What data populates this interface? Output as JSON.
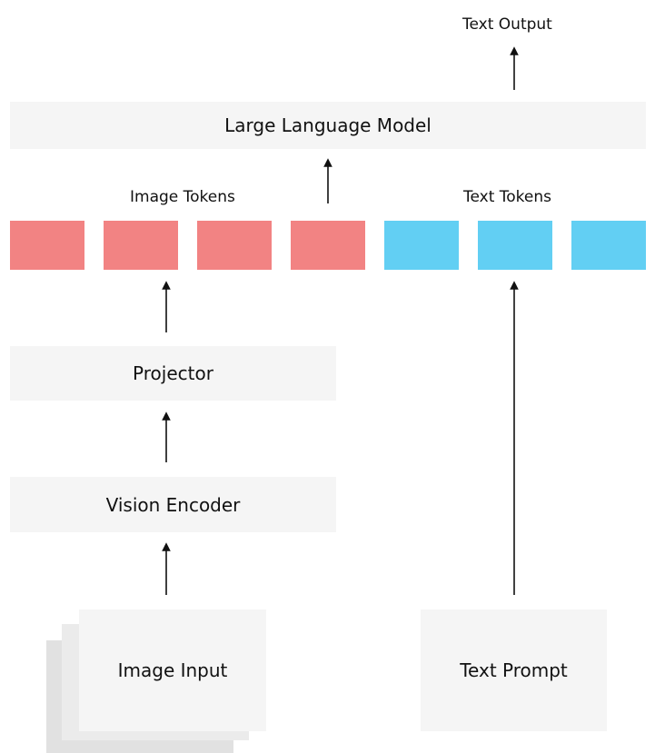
{
  "diagram": {
    "output_label": "Text Output",
    "llm_label": "Large Language Model",
    "image_tokens_label": "Image Tokens",
    "text_tokens_label": "Text Tokens",
    "projector_label": "Projector",
    "vision_encoder_label": "Vision Encoder",
    "image_input_label": "Image Input",
    "text_prompt_label": "Text Prompt",
    "image_token_count": 4,
    "text_token_count": 3,
    "colors": {
      "image_token": "#f28383",
      "text_token": "#62cff3",
      "box_background": "#f5f5f5",
      "arrow": "#111111"
    }
  }
}
